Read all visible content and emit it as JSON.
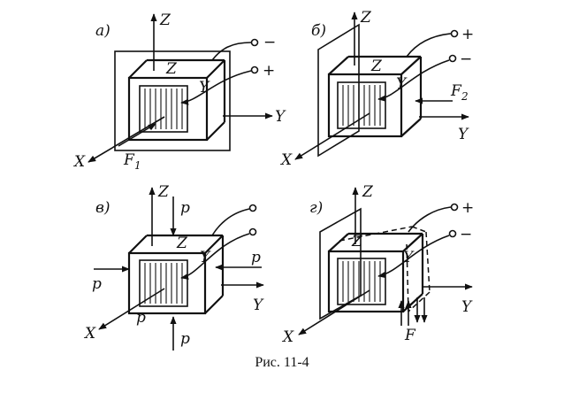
{
  "caption": "Рис. 11-4",
  "panels": [
    {
      "id": "a",
      "letter": "а)",
      "axis_x": "X",
      "axis_y": "Y",
      "axis_z": "Z",
      "face_z": "Z",
      "face_y": "Y",
      "force": "F",
      "force_sub": "1",
      "terminal_top": "−",
      "terminal_bottom": "+"
    },
    {
      "id": "b",
      "letter": "б)",
      "axis_x": "X",
      "axis_y": "Y",
      "axis_z": "Z",
      "face_z": "Z",
      "face_y": "Y",
      "force": "F",
      "force_sub": "2",
      "terminal_top": "+",
      "terminal_bottom": "−"
    },
    {
      "id": "v",
      "letter": "в)",
      "axis_x": "X",
      "axis_y": "Y",
      "axis_z": "Z",
      "face_z": "Z",
      "face_y": "Y",
      "pressure": "p"
    },
    {
      "id": "g",
      "letter": "г)",
      "axis_x": "X",
      "axis_y": "Y",
      "axis_z": "Z",
      "face_z": "Z",
      "face_y": "Y",
      "force": "F",
      "terminal_top": "+",
      "terminal_bottom": "−"
    }
  ]
}
